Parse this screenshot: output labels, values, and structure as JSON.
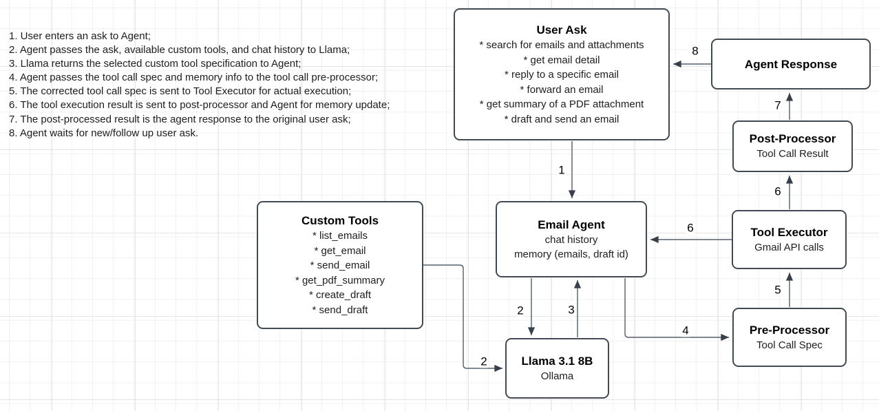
{
  "diagram": {
    "notes": [
      "1. User enters an ask to Agent;",
      "2. Agent passes the ask, available custom tools, and chat history to Llama;",
      "3. Llama returns the selected custom tool specification to Agent;",
      "4. Agent passes the tool call spec and memory info to the tool call pre-processor;",
      "5. The corrected tool call spec is sent to Tool Executor for actual execution;",
      "6. The tool execution result is sent to post-processor and Agent for memory update;",
      "7. The post-processed result is the agent response to the original user ask;",
      "8. Agent waits for new/follow up user ask."
    ],
    "nodes": {
      "user_ask": {
        "title": "User Ask",
        "items": [
          "* search for emails and attachments",
          "* get email detail",
          "* reply to a specific email",
          "* forward an email",
          "* get summary of a PDF attachment",
          "* draft and send an email"
        ]
      },
      "agent_response": {
        "title": "Agent Response"
      },
      "post_processor": {
        "title": "Post-Processor",
        "subtitle": "Tool Call Result"
      },
      "tool_executor": {
        "title": "Tool Executor",
        "subtitle": "Gmail API calls"
      },
      "pre_processor": {
        "title": "Pre-Processor",
        "subtitle": "Tool Call Spec"
      },
      "email_agent": {
        "title": "Email Agent",
        "lines": [
          "chat history",
          "memory (emails, draft id)"
        ]
      },
      "custom_tools": {
        "title": "Custom Tools",
        "items": [
          "* list_emails",
          "* get_email",
          "* send_email",
          "* get_pdf_summary",
          "* create_draft",
          "* send_draft"
        ]
      },
      "llama": {
        "title": "Llama 3.1 8B",
        "subtitle": "Ollama"
      }
    },
    "edge_labels": {
      "step1": "1",
      "step2_agent_to_llama": "2",
      "step2_tools_to_llama": "2",
      "step3": "3",
      "step4": "4",
      "step5": "5",
      "step6_to_agent": "6",
      "step6_to_post": "6",
      "step7": "7",
      "step8": "8"
    },
    "colors": {
      "node_border": "#414a52",
      "edge_stroke": "#545e68",
      "arrowhead": "#37404a",
      "text": "#1d1d1d",
      "grid_minor": "#f0f0f0",
      "grid_major": "#e4e4e4",
      "background": "#ffffff"
    }
  }
}
